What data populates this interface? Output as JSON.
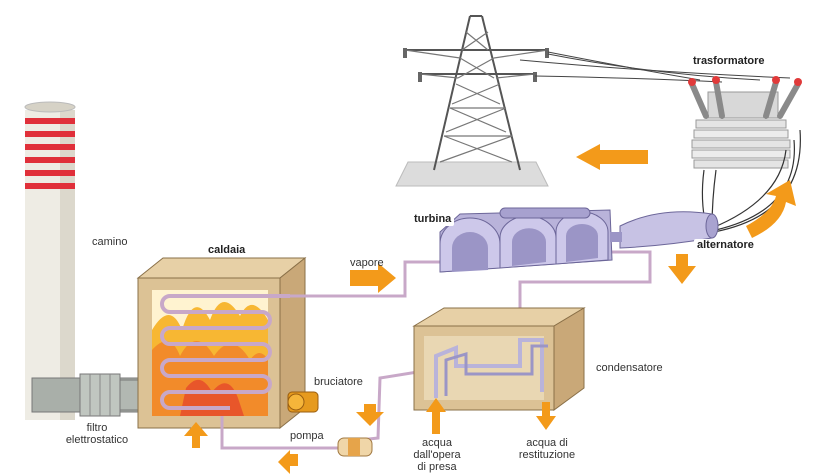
{
  "diagram": {
    "components": {
      "transformer": "trasformatore",
      "turbine": "turbina",
      "boiler": "caldaia",
      "alternator": "alternatore"
    },
    "labels": {
      "chimney": "camino",
      "steam": "vapore",
      "burner": "bruciatore",
      "condenser": "condensatore",
      "pump": "pompa",
      "filter_line1": "filtro",
      "filter_line2": "elettrostatico",
      "water_in_line1": "acqua",
      "water_in_line2": "dall'opera",
      "water_in_line3": "di presa",
      "water_out_line1": "acqua di",
      "water_out_line2": "restituzione"
    },
    "colors": {
      "flow_arrow": "#f39a1a",
      "chimney_stripe": "#e0303a",
      "pipe": "#c8a8c8",
      "boiler_wall": "#d9b98a",
      "flame": "#f7b733",
      "turbine": "#b9b3da"
    }
  }
}
